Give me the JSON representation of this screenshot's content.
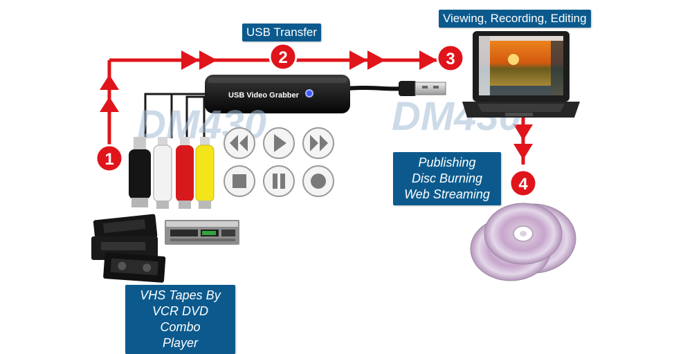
{
  "labels": {
    "usb_transfer": "USB Transfer",
    "viewing": "Viewing, Recording, Editing",
    "publishing": [
      "Publishing",
      "Disc Burning",
      "Web Streaming"
    ],
    "vhs": [
      "VHS Tapes By",
      "VCR DVD Combo",
      "Player"
    ]
  },
  "device_label": "USB Video Grabber",
  "watermark_text": "DM430",
  "steps": [
    "1",
    "2",
    "3",
    "4"
  ],
  "colors": {
    "arrow_red": "#e0141b",
    "label_blue": "#0c5a8d",
    "watermark": "#a6bdd6"
  },
  "icons": [
    "rewind-icon",
    "play-icon",
    "fast-forward-icon",
    "stop-icon",
    "pause-icon",
    "record-icon"
  ]
}
